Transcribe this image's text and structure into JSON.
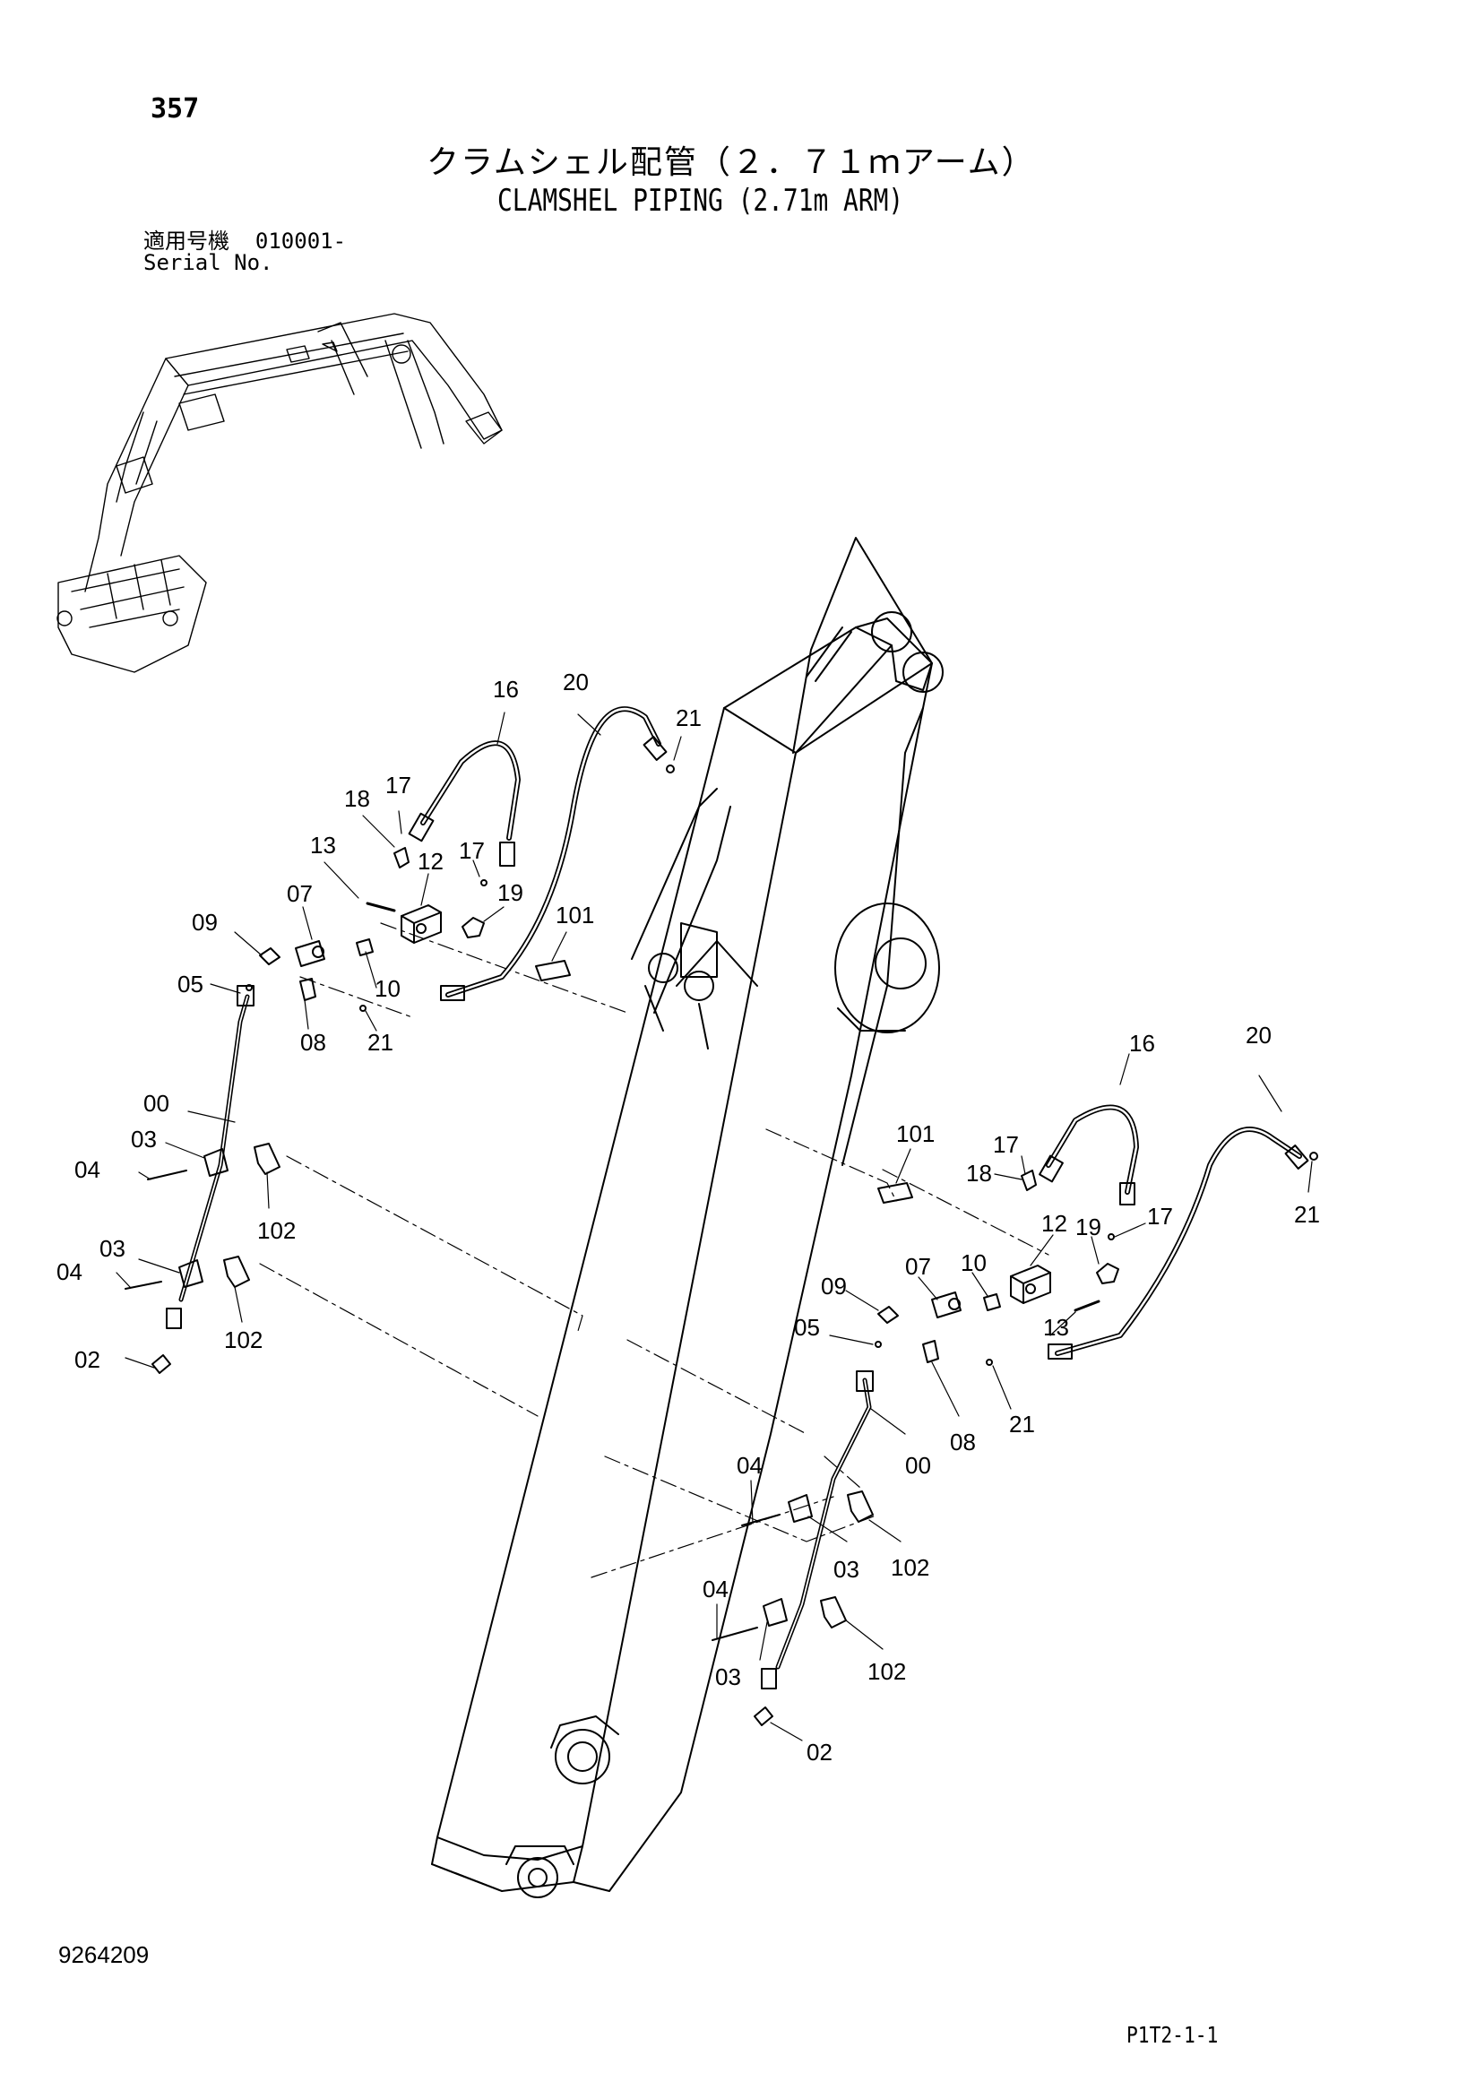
{
  "header": {
    "page_number": "357",
    "title_jp": "クラムシェル配管（２．７１ｍアーム）",
    "title_en": "CLAMSHEL PIPING (2.71m ARM)",
    "serial_label_jp": "適用号機",
    "serial_value": "010001-",
    "serial_label_en": "Serial No."
  },
  "footer": {
    "document_code": "9264209",
    "page_code": "P1T2-1-1"
  },
  "callouts": {
    "left_16": "16",
    "left_20": "20",
    "left_21a": "21",
    "left_17a": "17",
    "left_18": "18",
    "left_13": "13",
    "left_17b": "17",
    "left_12": "12",
    "left_19": "19",
    "left_07": "07",
    "left_09": "09",
    "left_05": "05",
    "left_10": "10",
    "left_101": "101",
    "left_08": "08",
    "left_21b": "21",
    "left_00": "00",
    "left_03a": "03",
    "left_04a": "04",
    "left_102a": "102",
    "left_03b": "03",
    "left_04b": "04",
    "left_102b": "102",
    "left_02": "02",
    "right_16": "16",
    "right_20": "20",
    "right_101": "101",
    "right_17a": "17",
    "right_18": "18",
    "right_21a": "21",
    "right_12": "12",
    "right_19": "19",
    "right_17b": "17",
    "right_09": "09",
    "right_07": "07",
    "right_10": "10",
    "right_05": "05",
    "right_13": "13",
    "right_08": "08",
    "right_21b": "21",
    "right_00": "00",
    "right_04a": "04",
    "right_03a": "03",
    "right_102a": "102",
    "right_04b": "04",
    "right_03b": "03",
    "right_102b": "102",
    "right_02": "02"
  }
}
